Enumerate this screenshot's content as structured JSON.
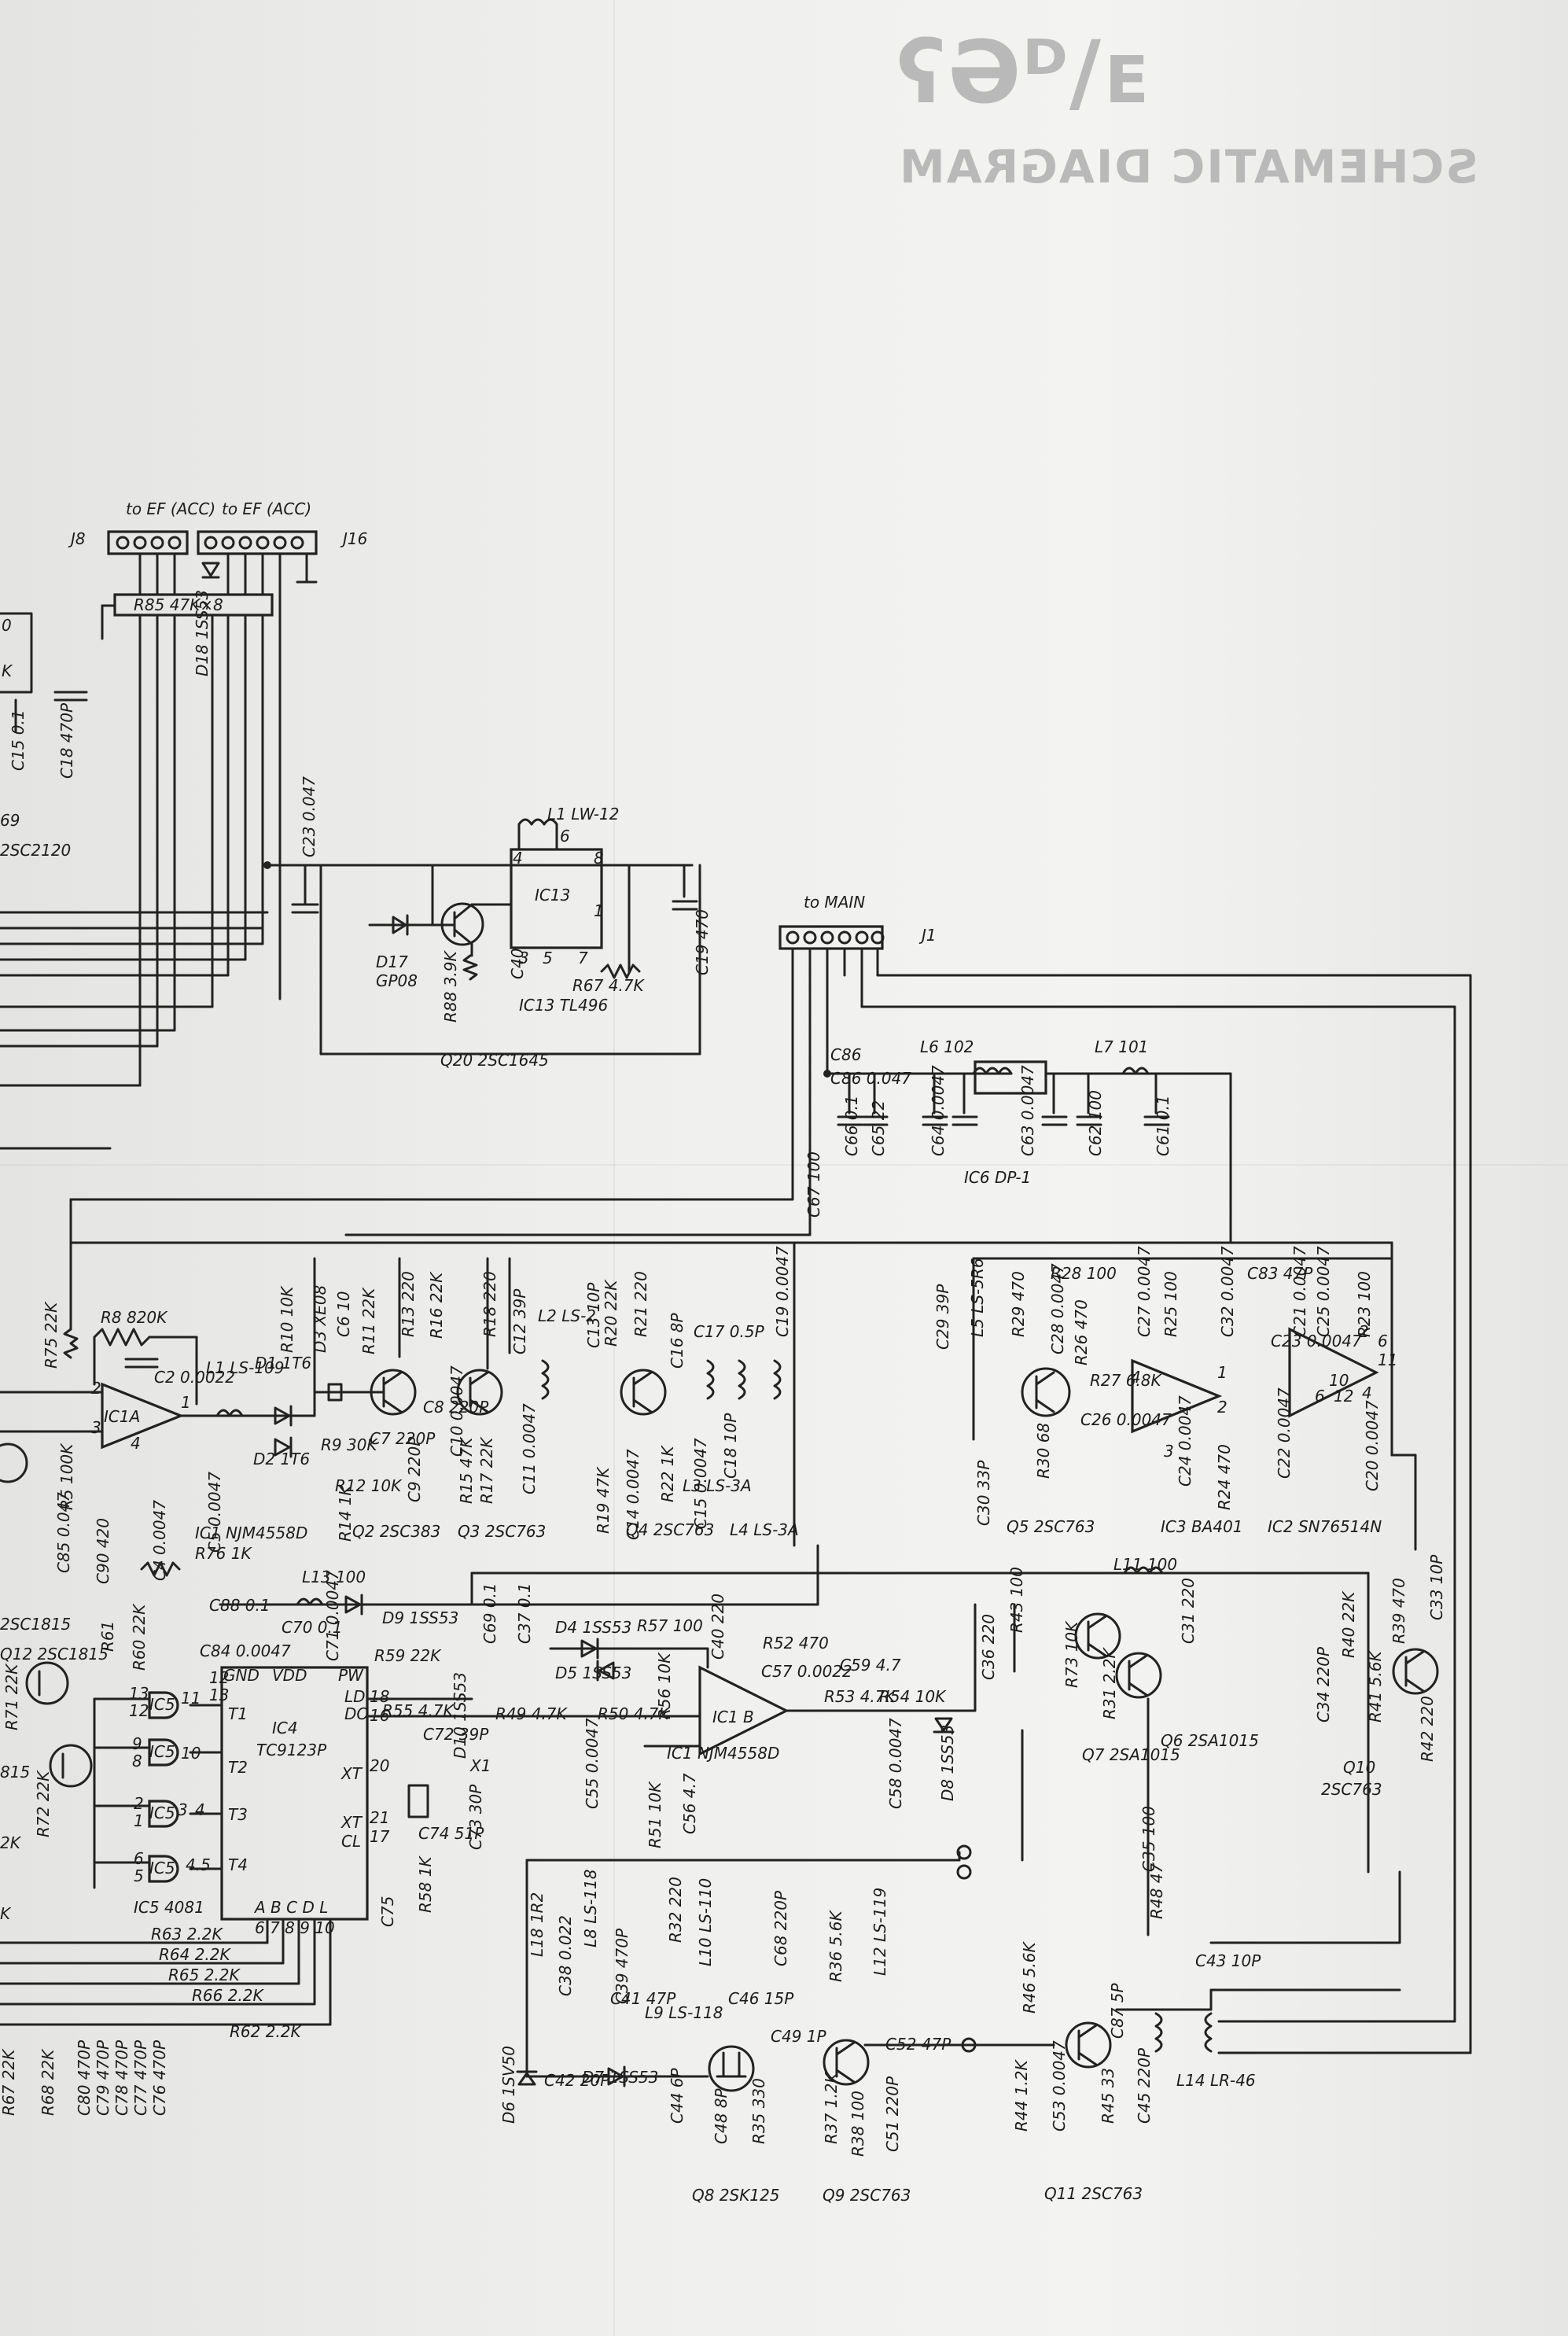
{
  "header": {
    "title_mirrored": "SCHEMATIC DIAGRAM"
  },
  "connectors": {
    "j8": "J8",
    "j16": "J16",
    "j1": "J1",
    "to_ef_1": "to EF (ACC)",
    "to_ef_2": "to EF (ACC)",
    "to_main": "to MAIN",
    "r85": "R85 47K×8",
    "d18": "D18 1SS53"
  },
  "left_edge": {
    "c15": "C15 0.1",
    "c18": "C18 470P",
    "s69": "69",
    "q2sc2120": "2SC2120"
  },
  "upper": {
    "c23": "C23 0.047",
    "l1": "L1 LW-12",
    "ic13": "IC13",
    "d17": "D17",
    "gp08": "GP08",
    "r88": "R88 3.9K",
    "c40": "C40",
    "r67": "R67 4.7K",
    "c19": "C19 470",
    "ic13_type": "IC13 TL496",
    "q20": "Q20 2SC1645",
    "pin4": "4",
    "pin6": "6",
    "pin8": "8",
    "pin1": "1",
    "pin3": "3",
    "pin5": "5",
    "pin7": "7"
  },
  "dp": {
    "c86": "C86 0.047",
    "l6": "L6 102",
    "l7": "L7 101",
    "c65": "C65 22",
    "c66": "C66 0.1",
    "c64": "C64 0.0047",
    "c63": "C63 0.0047",
    "c62": "C62 100",
    "c61": "C61 0.1",
    "ic6": "IC6 DP-1",
    "c67": "C67 100"
  },
  "rf": {
    "r75": "R75 22K",
    "r8": "R8 820K",
    "c2": "C2 0.0022",
    "l1b": "L1 LS-109",
    "d1": "D1 1T6",
    "d2": "D2 1T6",
    "r10": "R10 10K",
    "d3": "D3 XE08",
    "c6": "C6 10",
    "r11": "R11 22K",
    "r13": "R13 220",
    "r16": "R16 22K",
    "r18": "R18 220",
    "c12": "C12 39P",
    "l2": "L2 LS-2",
    "c13": "C13 10P",
    "r20": "R20 22K",
    "r21": "R21 220",
    "c16": "C16 8P",
    "c17": "C17 0.5P",
    "c19b": "C19 0.0047",
    "c8": "C8 220P",
    "c7": "C7 220P",
    "c9": "C9 220P",
    "r9": "R9 30K",
    "r12": "R12 10K",
    "r14": "R14 1K",
    "r15": "R15 47K",
    "r17": "R17 22K",
    "c10": "C10 0.0047",
    "c11": "C11 0.0047",
    "r19": "R19 47K",
    "c14": "C14 0.0047",
    "r22": "R22 1K",
    "c15b": "C15 0.0047",
    "c18b": "C18 10P",
    "l3": "L3 LS-3A",
    "l4": "L4 LS-3A",
    "ic1a": "IC1A",
    "ic1_type": "IC1 NJM4558D",
    "q2": "Q2 2SC383",
    "q3": "Q3 2SC763",
    "q4": "Q4 2SC763",
    "c5": "C5 0.0047",
    "c4": "C4 0.0047",
    "c85": "C85 0.047",
    "c90": "C90 420",
    "r5": "R5 100K",
    "pin2": "2",
    "pin3": "3",
    "pin1": "1",
    "pin4": "4"
  },
  "right": {
    "c29": "C29 39P",
    "l5": "L5 LS-5R6",
    "r29": "R29 470",
    "r28": "R28 100",
    "c28": "C28 0.0047",
    "r26": "R26 470",
    "r27": "R27 6.8K",
    "c27": "C27 0.0047",
    "r25": "R25 100",
    "c32": "C32 0.0047",
    "c83": "C83 47P",
    "c21": "C21 0.0047",
    "c25": "C25 0.0047",
    "r23": "R23 100",
    "c23b": "C23 0.0047",
    "c26": "C26 0.0047",
    "r30": "R30 68",
    "c30": "C30 33P",
    "r24": "R24 470",
    "c24": "C24 0.0047",
    "c22": "C22 0.0047",
    "c20": "C20 0.0047",
    "q5": "Q5 2SC763",
    "ic3": "IC3 BA401",
    "ic2": "IC2 SN76514N",
    "p1": "1",
    "p2": "2",
    "p3": "3",
    "p4": "4",
    "p6": "6",
    "p10": "10",
    "p11": "11",
    "p12": "12"
  },
  "audio": {
    "r76": "R76 1K",
    "l13": "L13 100",
    "c88": "C88 0.1",
    "c84": "C84 0.0047",
    "c70": "C70 0.1",
    "c71": "C71 0.0047",
    "d9": "D9 1SS53",
    "r59": "R59 22K",
    "c69": "C69 0.1",
    "c37": "C37 0.1",
    "d4": "D4 1SS53",
    "d5": "D5 1SS53",
    "r57": "R57 100",
    "r56": "R56 10K",
    "c40b": "C40 220",
    "r52": "R52 470",
    "c57": "C57 0.0022",
    "c59": "C59 4.7",
    "r53": "R53 4.7K",
    "r54": "R54 10K",
    "c36": "C36 220",
    "r43": "R43 100",
    "r55": "R55 4.7K",
    "c72": "C72 39P",
    "d10": "D10 1SS53",
    "x1": "X1",
    "r49": "R49 4.7K",
    "r50": "R50 4.7K",
    "c55": "C55 0.0047",
    "r51": "R51 10K",
    "c56": "C56 4.7",
    "c58": "C58 0.0047",
    "d8": "D8 1SS53",
    "ic1b": "IC1 B",
    "ic1b_type": "IC1 NJM4558D",
    "c74": "C74 51P",
    "c73": "C73 30P",
    "r58": "R58 1K",
    "c75": "C75"
  },
  "ic4": {
    "name": "IC4",
    "type": "TC9123P",
    "gnd": "GND",
    "vdd": "VDD",
    "pw": "PW",
    "ld": "LD",
    "do": "DO",
    "xt": "XT",
    "xt2": "XT",
    "cl": "CL",
    "t1": "T1",
    "t2": "T2",
    "t3": "T3",
    "t4": "T4",
    "abcdl": "A B C D L",
    "pins": "6 7 8 9 10",
    "p12": "12",
    "p13": "13",
    "p18": "18",
    "p16": "16",
    "p20": "20",
    "p21": "21",
    "p17": "17"
  },
  "ic5": {
    "gate": "IC5",
    "name": "IC5 4081",
    "p13": "13",
    "p12": "12",
    "p11": "11",
    "p10": "10",
    "p9": "9",
    "p8": "8",
    "p2": "2",
    "p1": "1",
    "p3": "3",
    "p4": "4",
    "p6": "6",
    "p5": "5",
    "p45": "4.5",
    "r61": "R61",
    "r60": "R60 22K",
    "r71": "R71 22K",
    "r72": "R72 22K",
    "q12": "Q12 2SC1815",
    "q1815": "2SC1815",
    "s815": "815",
    "s2k": "2K",
    "sk": "K"
  },
  "bottom_res": {
    "r63": "R63 2.2K",
    "r64": "R64 2.2K",
    "r65": "R65 2.2K",
    "r66": "R66 2.2K",
    "r62": "R62 2.2K",
    "r67b": "R67 22K",
    "r68": "R68 22K",
    "c80": "C80 470P",
    "c79": "C79 470P",
    "c78": "C78 470P",
    "c77": "C77 470P",
    "c76": "C76 470P"
  },
  "output": {
    "l11": "L11 100",
    "r73": "R73 10K",
    "r31": "R31 2.2K",
    "c31": "C31 220",
    "q7": "Q7 2SA1015",
    "q6": "Q6 2SA1015",
    "c35": "C35 100",
    "r48": "R48 47",
    "c33": "C33 10P",
    "r39": "R39 470",
    "r40": "R40 22K",
    "c34": "C34 220P",
    "r41": "R41 5.6K",
    "r42": "R42 220",
    "q10": "Q10",
    "q10_type": "2SC763",
    "c43": "C43 10P",
    "r46": "R46 5.6K",
    "c87": "C87 5P",
    "r44": "R44 1.2K",
    "c53": "C53 0.0047",
    "r45": "R45 33",
    "c45": "C45 220P",
    "l14": "L14 LR-46",
    "q11": "Q11 2SC763"
  },
  "vco": {
    "l18": "L18 1R2",
    "c38": "C38 0.022",
    "l8": "L8 LS-118",
    "c39": "C39 470P",
    "c41": "C41 47P",
    "l9": "L9 LS-118",
    "r32": "R32 220",
    "l10": "L10 LS-110",
    "c68": "C68 220P",
    "r36": "R36 5.6K",
    "l12": "L12 LS-119",
    "c46": "C46 15P",
    "c49": "C49 1P",
    "c52": "C52 47P",
    "d6": "D6 1SV50",
    "c42": "C42 20P",
    "d7": "D7 1SS53",
    "c44": "C44 6P",
    "c48": "C48 8P",
    "r35": "R35 330",
    "r37": "R37 1.2K",
    "r38": "R38 100",
    "c51": "C51 220P",
    "q8": "Q8 2SK125",
    "q9": "Q9 2SC763"
  }
}
